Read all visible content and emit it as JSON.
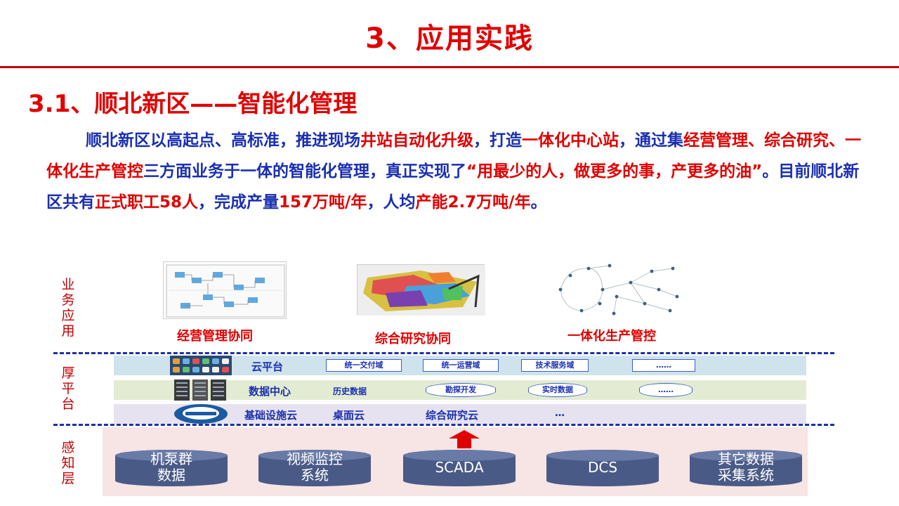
{
  "slide": {
    "title": "3、应用实践",
    "section_title": "3.1、顺北新区——智能化管理"
  },
  "paragraph": [
    {
      "t": "顺北新区以高起点、高标准，推进现场",
      "hl": false
    },
    {
      "t": "井站自动化升级",
      "hl": true
    },
    {
      "t": "，打造",
      "hl": false
    },
    {
      "t": "一体化中心站",
      "hl": true
    },
    {
      "t": "，通过集",
      "hl": false
    },
    {
      "t": "经营管理、综合研究、一体化生产管控",
      "hl": true
    },
    {
      "t": "三方面业务于一体的智能化管理，真正实现了",
      "hl": false
    },
    {
      "t": "“用最少的人，做更多的事，产更多的油”",
      "hl": true
    },
    {
      "t": "。目前顺北新区共有",
      "hl": false
    },
    {
      "t": "正式职工58人",
      "hl": true
    },
    {
      "t": "，完成产量",
      "hl": false
    },
    {
      "t": "157万吨/年",
      "hl": true
    },
    {
      "t": "，人均",
      "hl": false
    },
    {
      "t": "产能2.7万吨/年",
      "hl": true
    },
    {
      "t": "。",
      "hl": false
    }
  ],
  "layers": {
    "business": "业务应用",
    "platform": "厚平台",
    "sensing": "感知层"
  },
  "apps": {
    "app1": "经营管理协同",
    "app2": "综合研究协同",
    "app3": "一体化生产管控"
  },
  "bands": {
    "cloud": {
      "title": "云平台",
      "items": [
        "统一交付域",
        "统一运营域",
        "技术服务域",
        "……"
      ]
    },
    "datacenter": {
      "title": "数据中心",
      "items": [
        "历史数据",
        "勘探开发",
        "实时数据",
        "……"
      ]
    },
    "infra": {
      "title": "基础设施云",
      "items": [
        "桌面云",
        "综合研究云",
        "…"
      ]
    }
  },
  "sources": [
    {
      "line1": "机泵群",
      "line2": "数据"
    },
    {
      "line1": "视频监控",
      "line2": "系统"
    },
    {
      "line1": "SCADA",
      "line2": ""
    },
    {
      "line1": "DCS",
      "line2": ""
    },
    {
      "line1": "其它数据",
      "line2": "采集系统"
    }
  ],
  "colors": {
    "accent_red": "#e00000",
    "text_blue": "#1a2fb0",
    "band_cloud": "#cfe3ec",
    "band_data": "#e3ecd2",
    "band_infra": "#e7e2ef",
    "base_pink": "#f7e4e4",
    "db_fill": "#4a5a86"
  }
}
